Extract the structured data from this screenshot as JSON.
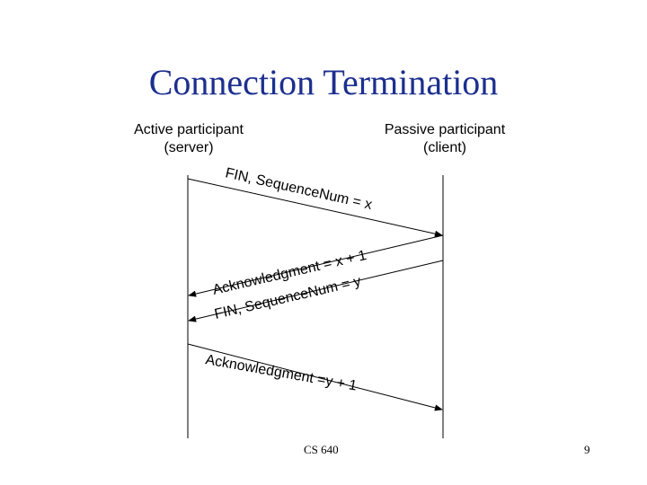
{
  "title": "Connection Termination",
  "participants": {
    "active": {
      "line1": "Active participant",
      "line2": "(server)"
    },
    "passive": {
      "line1": "Passive participant",
      "line2": "(client)"
    }
  },
  "messages": [
    {
      "text": "FIN, SequenceNum = x",
      "direction": "server-to-client"
    },
    {
      "text": "Acknowledgment = x + 1",
      "direction": "client-to-server"
    },
    {
      "text": "FIN, SequenceNum = y",
      "direction": "client-to-server"
    },
    {
      "text": "Acknowledgment =y + 1",
      "direction": "server-to-client"
    }
  ],
  "footer": {
    "course": "CS 640",
    "page": "9"
  },
  "colors": {
    "title": "#1c2f8f",
    "lines": "#000000"
  }
}
